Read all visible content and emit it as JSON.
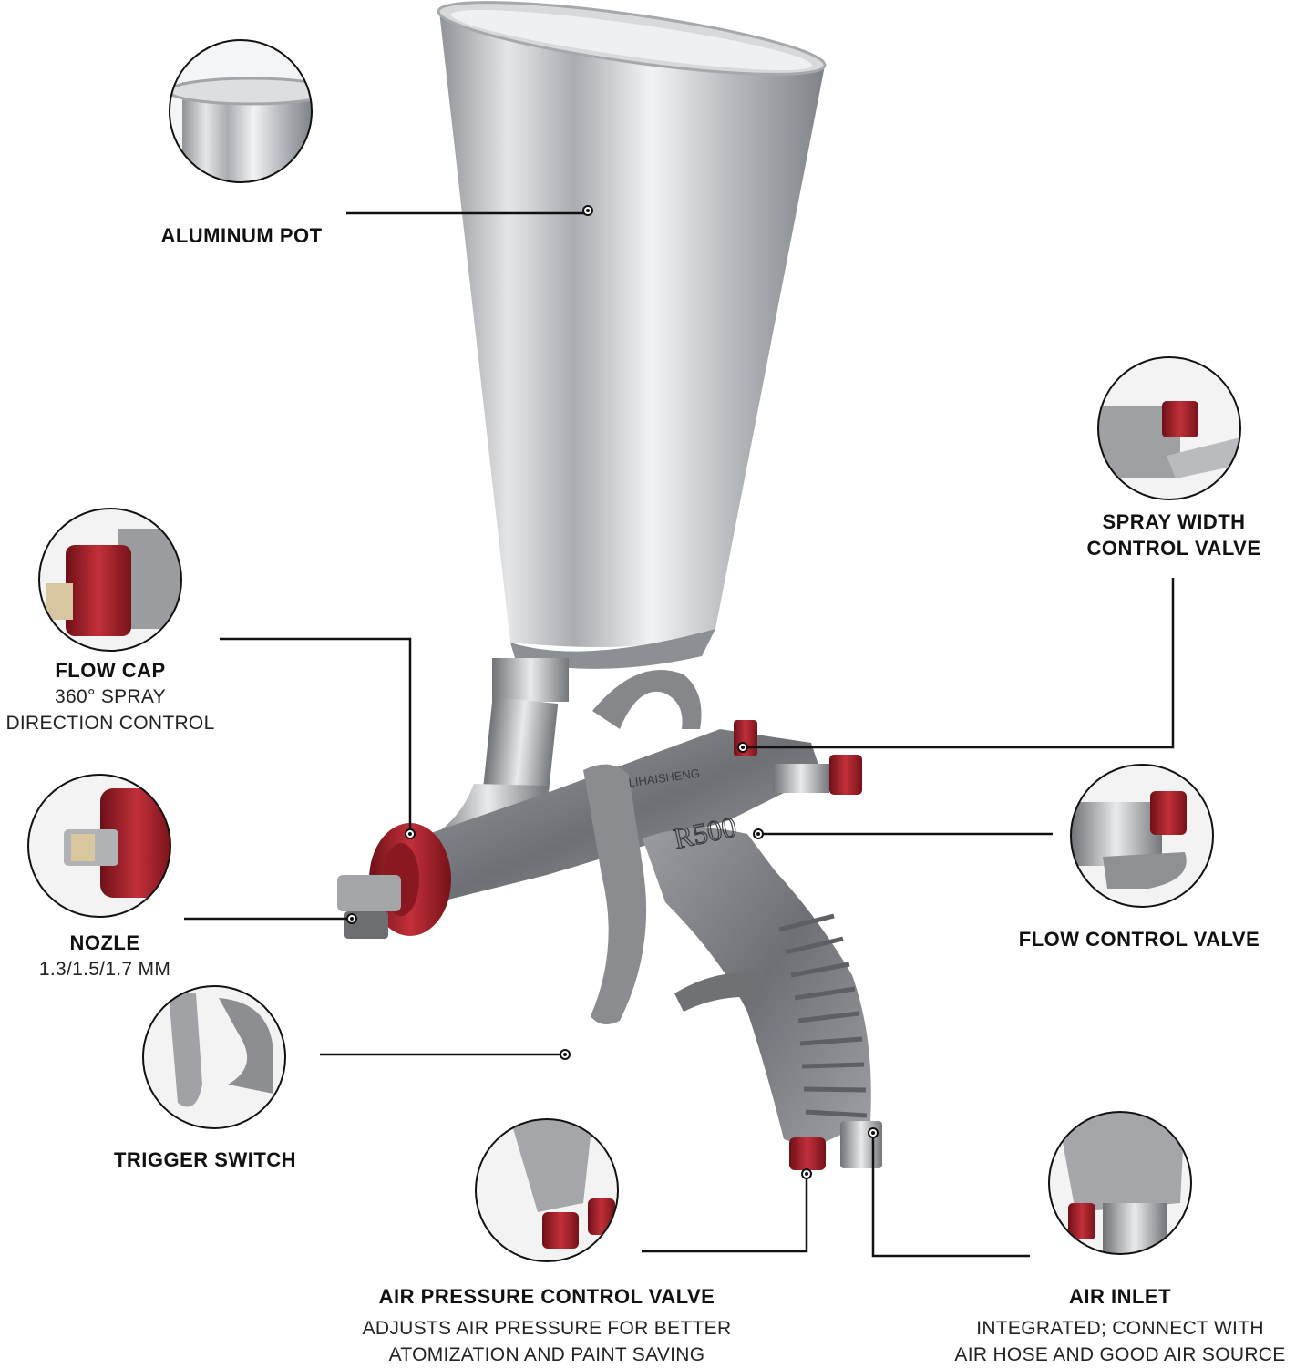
{
  "labels": {
    "aluminum_pot": "ALUMINUM POT",
    "spray_width": {
      "line1": "SPRAY WIDTH",
      "line2": "CONTROL VALVE"
    },
    "flow_cap": {
      "title": "FLOW CAP",
      "line1": "360° SPRAY",
      "line2": "DIRECTION CONTROL"
    },
    "nozzle": {
      "title": "NOZLE",
      "sub": "1.3/1.5/1.7 MM"
    },
    "flow_control": "FLOW CONTROL VALVE",
    "trigger": "TRIGGER SWITCH",
    "air_pressure": {
      "title": "AIR PRESSURE CONTROL VALVE",
      "line1": "ADJUSTS AIR PRESSURE FOR BETTER",
      "line2": "ATOMIZATION AND PAINT SAVING"
    },
    "air_inlet": {
      "title": "AIR INLET",
      "line1": "INTEGRATED; CONNECT WITH",
      "line2": "AIR HOSE AND GOOD AIR SOURCE"
    }
  },
  "gun_markings": {
    "brand": "LIHAISHENG",
    "model": "R500"
  },
  "colors": {
    "accent_red": "#a3222b",
    "metal": "#c9cbce",
    "dark_metal": "#7d7f83",
    "line": "#111111"
  }
}
